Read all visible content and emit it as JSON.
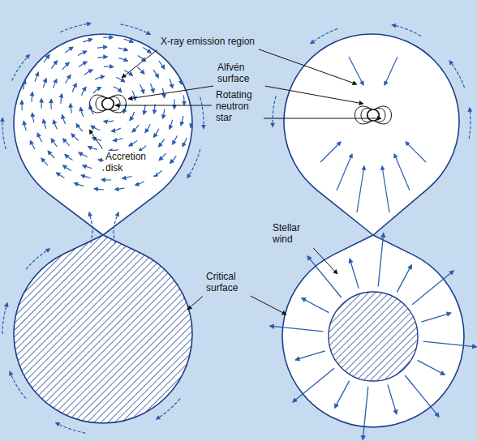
{
  "diagram": {
    "labels": [
      "X-ray emission region",
      "Alfvén surface",
      "Rotating neutron star",
      "Accretion disk",
      "Stellar wind",
      "Critical surface"
    ]
  }
}
